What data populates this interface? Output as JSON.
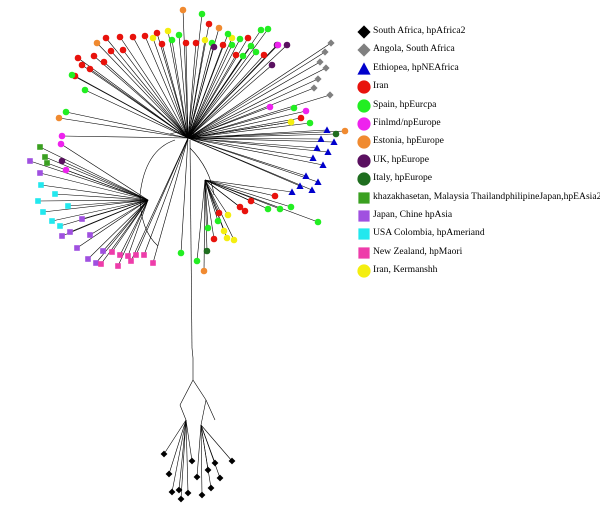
{
  "legend": [
    {
      "label": "South Africa, hpAfrica2",
      "marker": "diamond",
      "color": "#000000"
    },
    {
      "label": "Angola, South Africa",
      "marker": "diamond",
      "color": "#808080"
    },
    {
      "label": "Ethiopea, hpNEAfrica",
      "marker": "triangle",
      "color": "#0000cc"
    },
    {
      "label": "Iran",
      "marker": "circle",
      "color": "#e8120c"
    },
    {
      "label": "Spain, hpEurcpa",
      "marker": "circle",
      "color": "#22ee22"
    },
    {
      "label": "Finlmd/npEurope",
      "marker": "circle",
      "color": "#ee22ee"
    },
    {
      "label": "Estonia, hpEurope",
      "marker": "circle",
      "color": "#f08a30"
    },
    {
      "label": "UK, hpEurope",
      "marker": "circle",
      "color": "#5a1060"
    },
    {
      "label": "Italy, hpEurope",
      "marker": "circle",
      "color": "#1f6e1f"
    },
    {
      "label": "khazakhasetan, Malaysia ThailandphilipineJapan,hpEAsia2",
      "marker": "square",
      "color": "#3aa020"
    },
    {
      "label": "Japan, Chine hpAsia",
      "marker": "square",
      "color": "#a050e0"
    },
    {
      "label": "USA Colombia, hpAmeriand",
      "marker": "square",
      "color": "#22e8ee"
    },
    {
      "label": "New Zealand, hpMaori",
      "marker": "square",
      "color": "#ee3caa"
    },
    {
      "label": "Iran, Kermanshh",
      "marker": "circle",
      "color": "#f4ee10"
    }
  ]
}
